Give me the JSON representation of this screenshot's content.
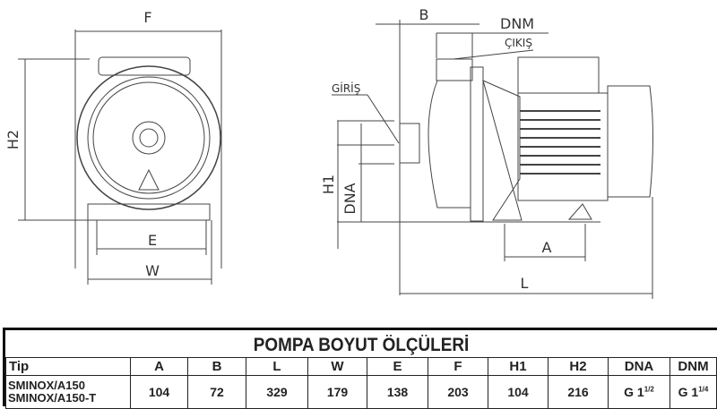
{
  "drawing": {
    "front_view_labels": {
      "F": "F",
      "H2": "H2",
      "E": "E",
      "W": "W"
    },
    "side_view_labels": {
      "B": "B",
      "DNM": "DNM",
      "outlet": "ÇIKIŞ",
      "inlet": "GİRİŞ",
      "H1": "H1",
      "DNA": "DNA",
      "A": "A",
      "L": "L"
    }
  },
  "table": {
    "title": "POMPA BOYUT ÖLÇÜLERİ",
    "headers": [
      "Tip",
      "A",
      "B",
      "L",
      "W",
      "E",
      "F",
      "H1",
      "H2",
      "DNA",
      "DNM"
    ],
    "row": {
      "models": [
        "SMINOX/A150",
        "SMINOX/A150-T"
      ],
      "A": "104",
      "B": "72",
      "L": "329",
      "W": "179",
      "E": "138",
      "F": "203",
      "H1": "104",
      "H2": "216",
      "DNA": {
        "base": "G 1",
        "fraction": "1/2"
      },
      "DNM": {
        "base": "G 1",
        "fraction": "1/4"
      }
    }
  }
}
